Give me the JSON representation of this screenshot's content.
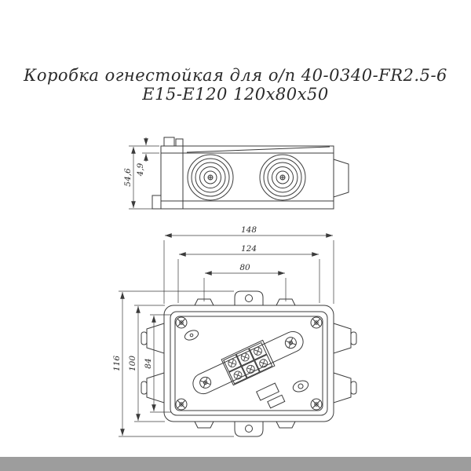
{
  "title": {
    "line1": "Коробка огнестойкая для о/п 40-0340-FR2.5-6",
    "line2": "Е15-Е120 120х80х50"
  },
  "side_view": {
    "dims": {
      "overall_height": "54,6",
      "lid_height": "4,9"
    }
  },
  "plan_view": {
    "dims": {
      "width_overall": "148",
      "width_mid": "124",
      "width_inner": "80",
      "height_overall": "116",
      "height_mid": "100",
      "height_inner": "84"
    }
  },
  "colors": {
    "drawing_line": "#3b3b3b",
    "background": "#ffffff",
    "footer_bar": "#9d9d9d",
    "text": "#2b2b2b"
  }
}
